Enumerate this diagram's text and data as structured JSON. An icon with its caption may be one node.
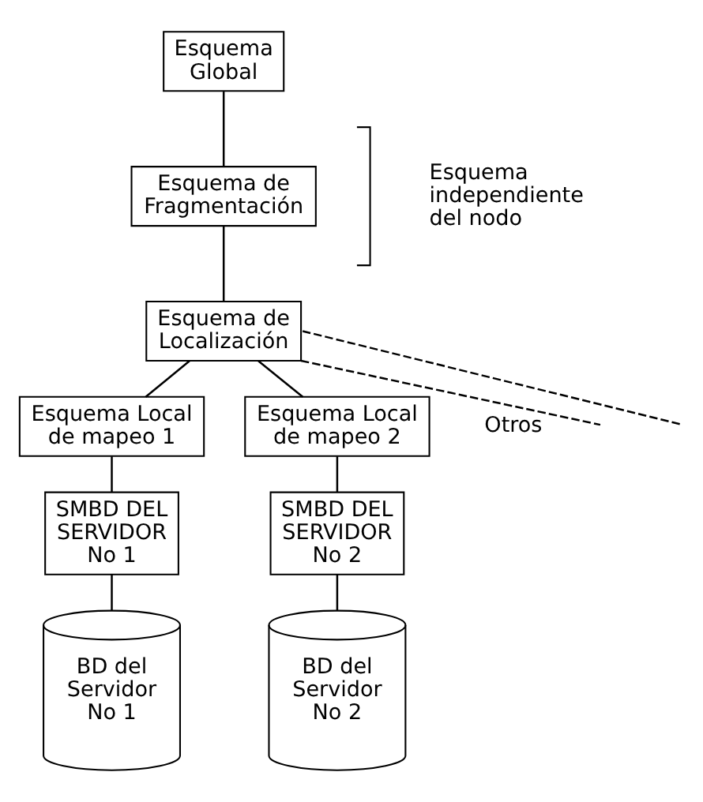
{
  "diagram": {
    "nodes": [
      {
        "text": [
          "Esquema Global"
        ]
      },
      {
        "text": [
          "Esquema de Fragmentación"
        ]
      },
      {
        "text": [
          "Esquema de Localización"
        ]
      },
      {
        "text": [
          "Esquema Local de mapeo 1"
        ]
      },
      {
        "text": [
          "Esquema Local de mapeo 2"
        ]
      },
      {
        "text": [
          "SMBD DEL SERVIDOR No 1"
        ]
      },
      {
        "text": [
          "SMBD DEL SERVIDOR No 2"
        ]
      },
      {
        "text": [
          "BD del Servidor No 1"
        ]
      },
      {
        "text": [
          "BD del Servidor No 2"
        ]
      }
    ],
    "edges": [
      {
        "from": 0,
        "to": 1,
        "arrow": "none"
      },
      {
        "from": 1,
        "to": 2,
        "arrow": "none"
      },
      {
        "from": 2,
        "to": 3,
        "arrow": "none"
      },
      {
        "from": 2,
        "to": 4,
        "arrow": "none"
      },
      {
        "from": 2,
        "to": null,
        "arrow": "none",
        "style": "dashed"
      },
      {
        "from": 2,
        "to": null,
        "arrow": "none",
        "style": "dashed"
      },
      {
        "from": 3,
        "to": 5,
        "arrow": "none"
      },
      {
        "from": 4,
        "to": 6,
        "arrow": "none"
      },
      {
        "from": 5,
        "to": 7,
        "arrow": "none"
      },
      {
        "from": 6,
        "to": 8,
        "arrow": "none"
      }
    ],
    "labels": [
      "Esquema independiente del nodo",
      "Otros"
    ]
  }
}
